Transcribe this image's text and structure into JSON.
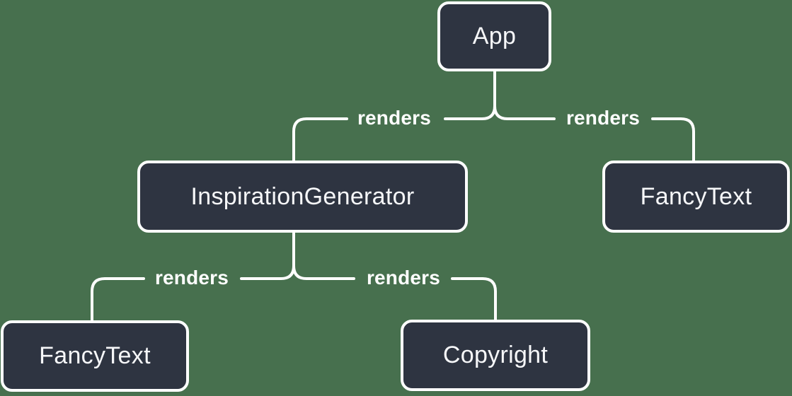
{
  "colors": {
    "background": "#47704E",
    "node-fill": "#2E3441",
    "node-border": "#FFFFFF",
    "node-text": "#F6F7F9",
    "connector": "#FFFFFF",
    "edge-label-text": "#FFFFFF"
  },
  "diagram": {
    "type": "component-render-tree",
    "nodes": [
      {
        "id": "app",
        "label": "App"
      },
      {
        "id": "inspiration-generator",
        "label": "InspirationGenerator"
      },
      {
        "id": "fancy-text-right",
        "label": "FancyText"
      },
      {
        "id": "fancy-text-left",
        "label": "FancyText"
      },
      {
        "id": "copyright",
        "label": "Copyright"
      }
    ],
    "edges": [
      {
        "from": "App",
        "to": "InspirationGenerator",
        "label": "renders"
      },
      {
        "from": "App",
        "to": "FancyText",
        "label": "renders"
      },
      {
        "from": "InspirationGenerator",
        "to": "FancyText",
        "label": "renders"
      },
      {
        "from": "InspirationGenerator",
        "to": "Copyright",
        "label": "renders"
      }
    ]
  }
}
